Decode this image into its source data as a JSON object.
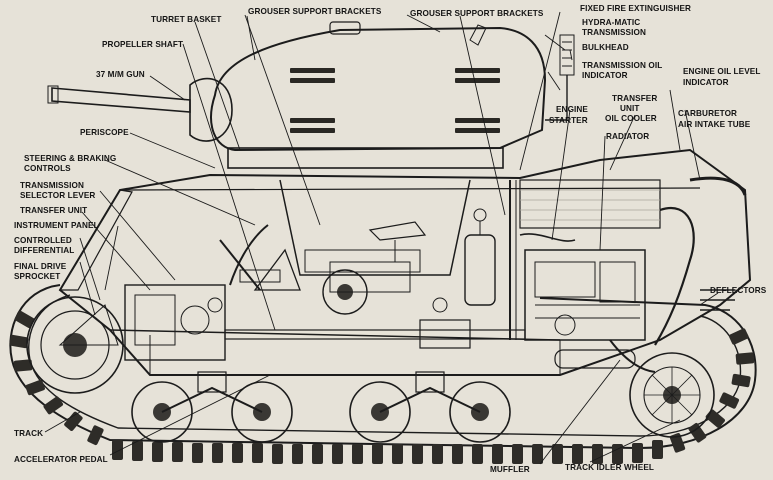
{
  "colors": {
    "paper": "#e6e2d8",
    "ink": "#1c1c1c",
    "hull": "#f1efe8",
    "shade": "#c9c5bb",
    "dark": "#3a3834"
  },
  "labels": {
    "turret_basket": "TURRET BASKET",
    "grouser_brackets_left": "GROUSER SUPPORT BRACKETS",
    "grouser_brackets_right": "GROUSER SUPPORT BRACKETS",
    "fixed_fire_extinguisher": "FIXED FIRE EXTINGUISHER",
    "hydramatic_transmission": [
      "HYDRA-MATIC",
      "TRANSMISSION"
    ],
    "bulkhead": "BULKHEAD",
    "propeller_shaft": "PROPELLER SHAFT",
    "gun": "37 M/M GUN",
    "transmission_oil_indicator": [
      "TRANSMISSION OIL",
      "INDICATOR"
    ],
    "engine_oil_level_indicator": [
      "ENGINE OIL LEVEL",
      "INDICATOR"
    ],
    "engine_starter": [
      "ENGINE",
      "STARTER"
    ],
    "transfer_unit_oil_cooler": [
      "TRANSFER",
      "UNIT",
      "OIL COOLER"
    ],
    "carburetor_air_intake": [
      "CARBURETOR",
      "AIR INTAKE TUBE"
    ],
    "radiator": "RADIATOR",
    "periscope": "PERISCOPE",
    "steering_braking_controls": [
      "STEERING & BRAKING",
      "CONTROLS"
    ],
    "transmission_selector_lever": [
      "TRANSMISSION",
      "SELECTOR LEVER"
    ],
    "transfer_unit": "TRANSFER UNIT",
    "instrument_panel": "INSTRUMENT PANEL",
    "controlled_differential": [
      "CONTROLLED",
      "DIFFERENTIAL"
    ],
    "final_drive_sprocket": [
      "FINAL DRIVE",
      "SPROCKET"
    ],
    "deflectors": "DEFLECTORS",
    "track": "TRACK",
    "accelerator_pedal": "ACCELERATOR PEDAL",
    "muffler": "MUFFLER",
    "track_idler_wheel": "TRACK IDLER WHEEL"
  }
}
